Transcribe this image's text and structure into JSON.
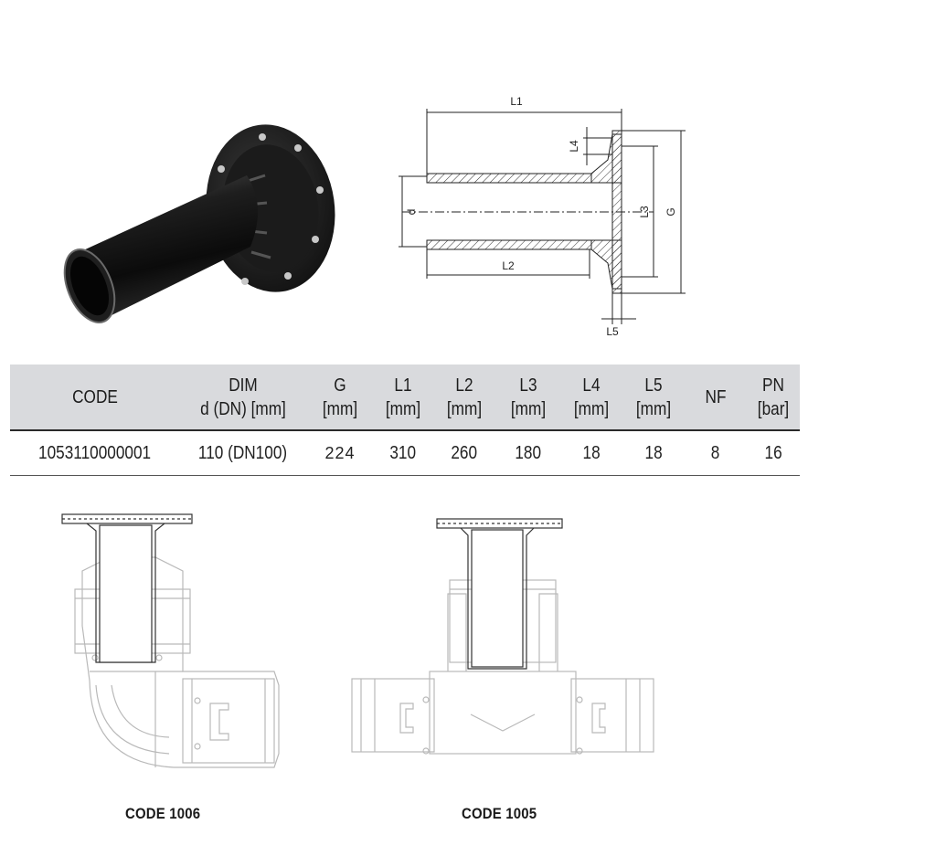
{
  "drawing": {
    "labels": {
      "l1": "L1",
      "l2": "L2",
      "l3": "L3",
      "l4": "L4",
      "l5": "L5",
      "d": "d",
      "g": "G"
    }
  },
  "table": {
    "headers": [
      {
        "line1": "CODE",
        "line2": ""
      },
      {
        "line1": "DIM",
        "line2": "d (DN) [mm]"
      },
      {
        "line1": "G",
        "line2": "[mm]"
      },
      {
        "line1": "L1",
        "line2": "[mm]"
      },
      {
        "line1": "L2",
        "line2": "[mm]"
      },
      {
        "line1": "L3",
        "line2": "[mm]"
      },
      {
        "line1": "L4",
        "line2": "[mm]"
      },
      {
        "line1": "L5",
        "line2": "[mm]"
      },
      {
        "line1": "NF",
        "line2": ""
      },
      {
        "line1": "PN",
        "line2": "[bar]"
      }
    ],
    "rows": [
      [
        "1053110000001",
        "110 (DN100)",
        "224",
        "310",
        "260",
        "180",
        "18",
        "18",
        "8",
        "16"
      ]
    ]
  },
  "captions": {
    "elbow": "CODE 1006",
    "tee": "CODE 1005"
  },
  "colors": {
    "header_bg": "#d9dadd",
    "product_black": "#141414",
    "line_grey": "#b9b9b9"
  }
}
